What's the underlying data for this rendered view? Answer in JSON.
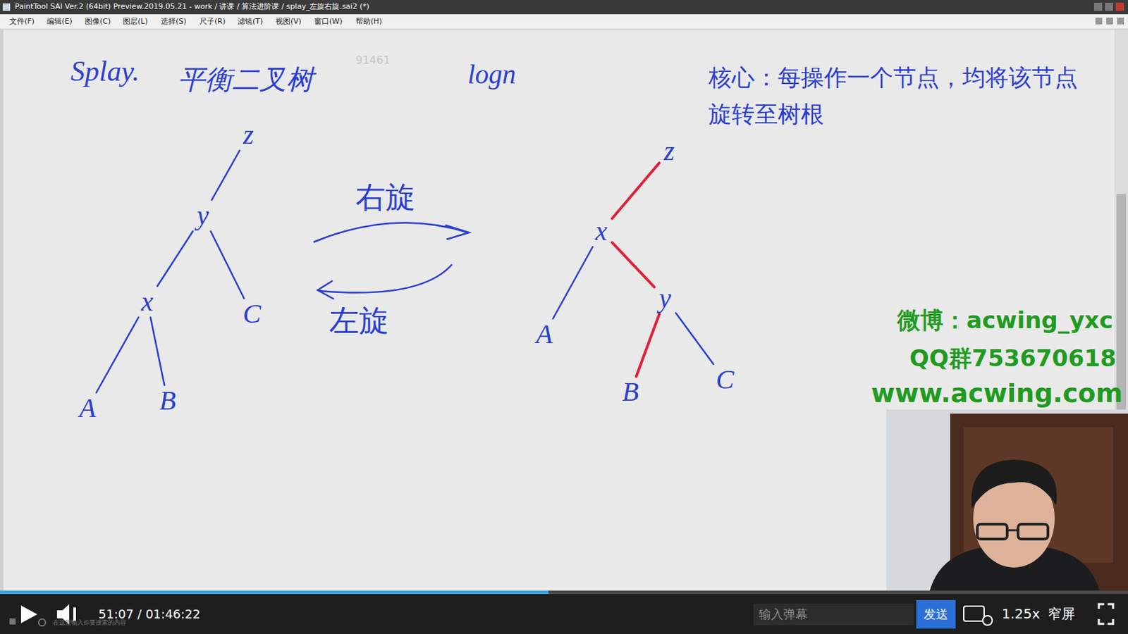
{
  "diagram": {
    "nodes": [
      {
        "text": [
          "z"
        ]
      },
      {
        "text": [
          "y"
        ]
      },
      {
        "text": [
          "x"
        ]
      },
      {
        "text": [
          "A"
        ]
      },
      {
        "text": [
          "B"
        ]
      },
      {
        "text": [
          "C"
        ]
      },
      {
        "text": [
          "z"
        ]
      },
      {
        "text": [
          "x"
        ]
      },
      {
        "text": [
          "y"
        ]
      },
      {
        "text": [
          "A"
        ]
      },
      {
        "text": [
          "B"
        ]
      },
      {
        "text": [
          "C"
        ]
      }
    ],
    "edges": [
      {
        "from": 0,
        "to": 1,
        "arrow": "none"
      },
      {
        "from": 1,
        "to": 2,
        "arrow": "none"
      },
      {
        "from": 1,
        "to": 5,
        "arrow": "none"
      },
      {
        "from": 2,
        "to": 3,
        "arrow": "none"
      },
      {
        "from": 2,
        "to": 4,
        "arrow": "none"
      },
      {
        "from": 6,
        "to": 7,
        "arrow": "none"
      },
      {
        "from": 7,
        "to": 9,
        "arrow": "none"
      },
      {
        "from": 7,
        "to": 8,
        "arrow": "none"
      },
      {
        "from": 8,
        "to": 10,
        "arrow": "none"
      },
      {
        "from": 8,
        "to": 11,
        "arrow": "none"
      }
    ],
    "labels": [
      "PaintTool SAI Ver.2 (64bit) Preview.2019.05.21 - work / 讲课 / 算法进阶课 / splay_左旋右旋.sai2 (*)",
      "文件(F)",
      "编辑(E)",
      "图像(C)",
      "图层(L)",
      "选择(S)",
      "尺子(R)",
      "滤镜(T)",
      "视图(V)",
      "窗口(W)",
      "帮助(H)",
      "Splay.",
      "平衡二叉树",
      "91461",
      "logn",
      "核心：每操作一个节点，均将该节点 旋转至树根",
      "右旋",
      "左旋",
      "微博：acwing_yxc",
      "QQ群753670618",
      "www.acwing.com",
      "51:07 / 01:46:22",
      "输入弹幕",
      "发送",
      "1.25x",
      "窄屏",
      "在这里输入你要搜索的内容"
    ]
  }
}
